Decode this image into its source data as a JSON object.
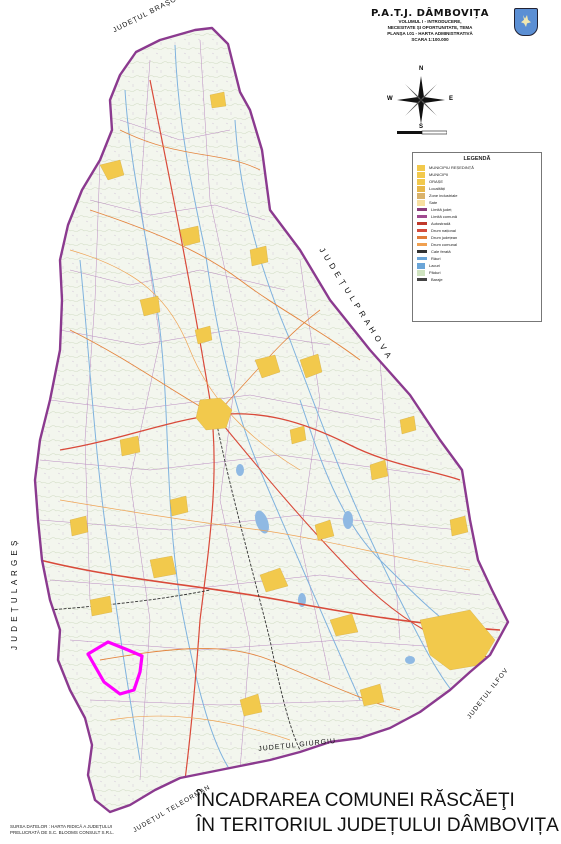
{
  "header": {
    "title": "P.A.T.J. DÂMBOVIȚA",
    "line1": "VOLUMUL I - INTRODUCERE,",
    "line2": "NECESITATE ȘI OPORTUNITATE, TEMA",
    "line3": "PLANȘA I.01 - HARTA ADMINISTRATIVĂ",
    "line4": "SCARA 1:100.000"
  },
  "compass": {
    "n": "N",
    "s": "S",
    "e": "E",
    "w": "W"
  },
  "legend": {
    "title": "LEGENDĂ",
    "rows": [
      {
        "label": "MUNICIPIU REȘEDINȚĂ",
        "color": "#f2c94c",
        "kind": "box"
      },
      {
        "label": "MUNICIPII",
        "color": "#f2c94c",
        "kind": "box"
      },
      {
        "label": "ORAȘE",
        "color": "#f2c94c",
        "kind": "box"
      },
      {
        "label": "Localități",
        "color": "#e8b84a",
        "kind": "box"
      },
      {
        "label": "Zone industriale",
        "color": "#d9b26b",
        "kind": "box"
      },
      {
        "label": "Sate",
        "color": "#f7dfa0",
        "kind": "box"
      },
      {
        "label": "Limită județ",
        "color": "#8a3a7a",
        "kind": "line"
      },
      {
        "label": "Limită comună",
        "color": "#a04a90",
        "kind": "line"
      },
      {
        "label": "Autostradă",
        "color": "#c0392b",
        "kind": "line"
      },
      {
        "label": "Drum național",
        "color": "#d44b3c",
        "kind": "line"
      },
      {
        "label": "Drum județean",
        "color": "#e07b39",
        "kind": "line"
      },
      {
        "label": "Drum comunal",
        "color": "#f0a050",
        "kind": "line"
      },
      {
        "label": "Cale ferată",
        "color": "#333333",
        "kind": "line"
      },
      {
        "label": "Râuri",
        "color": "#6aa5d8",
        "kind": "line"
      },
      {
        "label": "Lacuri",
        "color": "#6aa5d8",
        "kind": "box"
      },
      {
        "label": "Păduri",
        "color": "#cfe3c0",
        "kind": "box"
      },
      {
        "label": "Baraje",
        "color": "#444444",
        "kind": "line"
      }
    ]
  },
  "county_labels": {
    "brasov": "JUDEȚUL BRAȘOV",
    "prahova": "J U D E Ț U L   P R A H O V A",
    "arges": "J U D E Ț U L   A R G E Ș",
    "giurgiu": "JUDEȚUL GIURGIU",
    "ilfov": "JUDEȚUL ILFOV",
    "teleorman": "JUDEȚUL TELEORMAN"
  },
  "bottom_title": {
    "line1": "ÎNCADRAREA COMUNEI RĂSCĂEŢI",
    "line2": "ÎN TERITORIUL JUDEȚULUI DÂMBOVIȚA"
  },
  "source_note": {
    "line1": "SURSA DATELOR : HARTA RIDICĂ A JUDEȚULUI",
    "line2": "PRELUCRATĂ DE S.C. BLOOMS CONSULT S.R.L."
  },
  "colors": {
    "county_border": "#8b3a8f",
    "highlight_commune": "#ff00ff",
    "settlement": "#f2c94c",
    "road": "#d94a3a",
    "river": "#6aa5d8",
    "forest": "#dfe9d3"
  }
}
